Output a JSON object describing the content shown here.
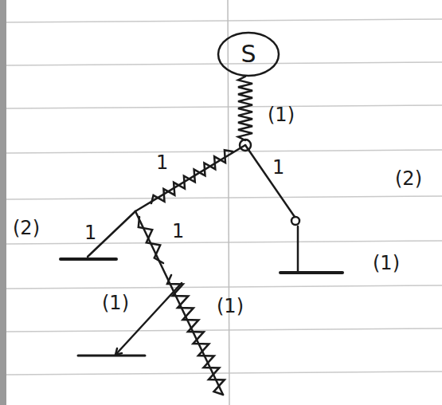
{
  "diagram": {
    "nodes": [
      {
        "text": [
          "S"
        ]
      }
    ],
    "labels": [
      "(1)",
      "1",
      "1",
      "(2)",
      "(2)",
      "1",
      "1",
      "(1)",
      "(1)",
      "(1)"
    ]
  }
}
